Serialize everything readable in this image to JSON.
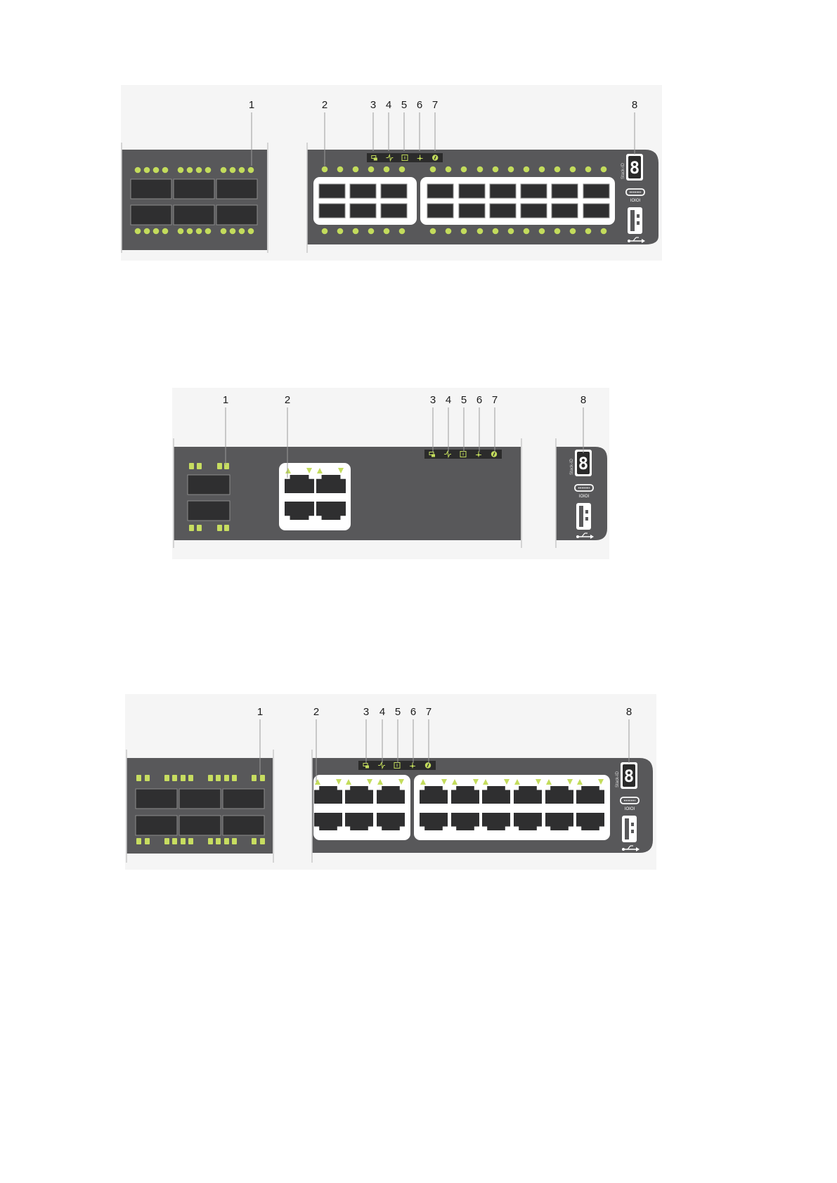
{
  "colors": {
    "panel": "#58585a",
    "panel_gap_bg": "#f5f5f5",
    "led": "#c3dc5c",
    "led_square": "#c7dd60",
    "port_slot": "#2f2f30",
    "port_bay": "#ffffff",
    "leader": "#9a9a9a",
    "edge": "#c9c9c9",
    "status_bar": "#2b2b2b"
  },
  "diagrams": [
    {
      "name": "switch-1",
      "callouts": [
        "1",
        "2",
        "3",
        "4",
        "5",
        "6",
        "7",
        "8"
      ],
      "stack_label": "Stack-ID",
      "stack_digit": "8",
      "console_label": "IOIOI"
    },
    {
      "name": "switch-2",
      "callouts": [
        "1",
        "2",
        "3",
        "4",
        "5",
        "6",
        "7",
        "8"
      ],
      "stack_label": "Stack-ID",
      "stack_digit": "8",
      "console_label": "IOIOI"
    },
    {
      "name": "switch-3",
      "callouts": [
        "1",
        "2",
        "3",
        "4",
        "5",
        "6",
        "7",
        "8"
      ],
      "stack_label": "Stack-ID",
      "stack_digit": "8",
      "console_label": "IOIOI"
    }
  ],
  "icons": [
    "stack-master-icon",
    "power-icon",
    "system-icon",
    "fan-icon",
    "locator-icon",
    "usb-icon",
    "console-port-icon"
  ]
}
